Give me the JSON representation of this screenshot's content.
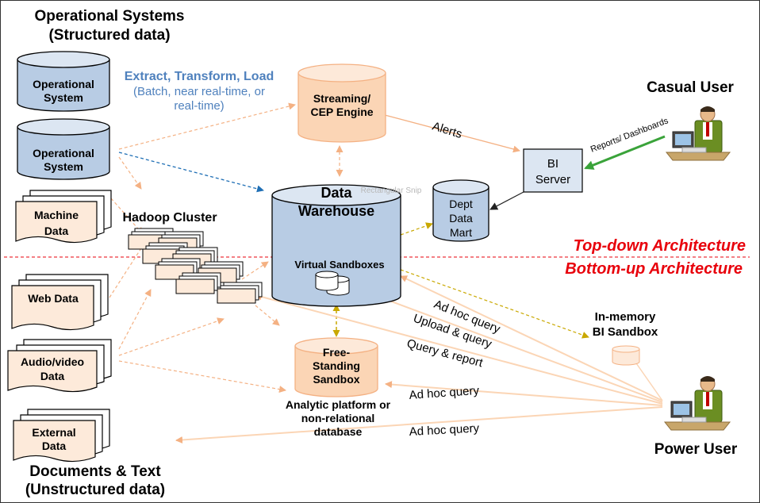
{
  "headings": {
    "operational_line1": "Operational Systems",
    "operational_line2": "(Structured data)",
    "documents_line1": "Documents & Text",
    "documents_line2": "(Unstructured data)",
    "casual_user": "Casual User",
    "power_user": "Power User"
  },
  "sources": {
    "op_system_1": [
      "Operational",
      "System"
    ],
    "op_system_2": [
      "Operational",
      "System"
    ],
    "machine_data": [
      "Machine",
      "Data"
    ],
    "web_data": [
      "Web Data"
    ],
    "audio_video": [
      "Audio/video",
      "Data"
    ],
    "external_data": [
      "External",
      "Data"
    ]
  },
  "etl": {
    "title": "Extract, Transform, Load",
    "sub1": "(Batch, near real-time, or",
    "sub2": "real-time)"
  },
  "components": {
    "streaming": [
      "Streaming/",
      "CEP Engine"
    ],
    "dw": [
      "Data",
      "Warehouse"
    ],
    "virtual_sandboxes": "Virtual Sandboxes",
    "hadoop": "Hadoop Cluster",
    "bi_server": [
      "BI",
      "Server"
    ],
    "dept_mart": [
      "Dept",
      "Data",
      "Mart"
    ],
    "free_standing": [
      "Free-",
      "Standing",
      "Sandbox"
    ],
    "analytic_platform": [
      "Analytic platform or",
      "non-relational",
      "database"
    ],
    "in_memory": [
      "In-memory",
      "BI Sandbox"
    ]
  },
  "architecture": {
    "top_down": "Top-down Architecture",
    "bottom_up": "Bottom-up Architecture"
  },
  "flows": {
    "alerts": "Alerts",
    "reports": "Reports/ Dashboards",
    "ad_hoc_1": "Ad hoc query",
    "upload": "Upload & query",
    "query_report": "Query & report",
    "ad_hoc_2": "Ad hoc query",
    "ad_hoc_3": "Ad hoc query"
  },
  "watermark": "Rectangular Snip",
  "colors": {
    "cylinder_blue": "#b8cce4",
    "peach": "#fbd5b5",
    "etl_blue": "#4f81bd",
    "arch_red": "#e8000b",
    "green_arrow": "#3aa33a"
  }
}
